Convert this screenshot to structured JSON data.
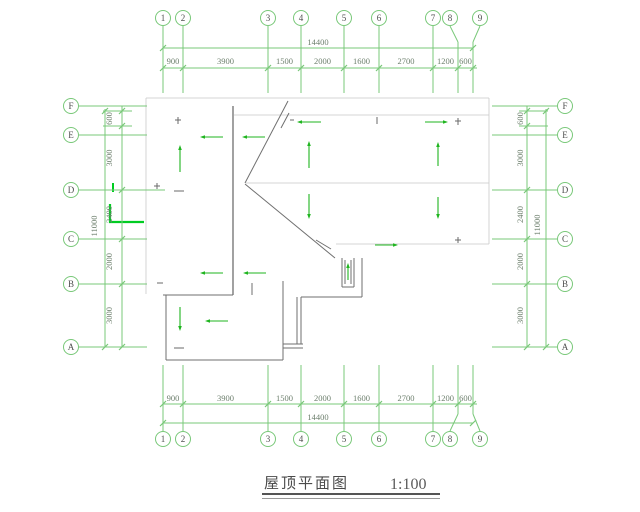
{
  "meta": {
    "title_text": "屋顶平面图",
    "scale_text": "1:100"
  },
  "grid": {
    "columns": [
      "1",
      "2",
      "3",
      "4",
      "5",
      "6",
      "7",
      "8",
      "9"
    ],
    "rows": [
      "F",
      "E",
      "D",
      "C",
      "B",
      "A"
    ]
  },
  "dimensions": {
    "horizontal": {
      "overall": "14400",
      "segments": [
        "900",
        "3900",
        "1500",
        "2000",
        "1600",
        "2700",
        "1200",
        "600"
      ]
    },
    "vertical": {
      "overall": "11000",
      "segments": [
        "600",
        "3000",
        "2400",
        "2000",
        "3000"
      ]
    }
  },
  "colors": {
    "grid_green": "#79c879",
    "arrow_green": "#1fb51f",
    "bright_green": "#00cc22",
    "dim_text": "#6e806e",
    "bubble_text": "#4f4f4f",
    "wall_gray": "#6f6f6f",
    "faint_gray": "#c9c9c9",
    "title_gray": "#4a4a4a"
  }
}
